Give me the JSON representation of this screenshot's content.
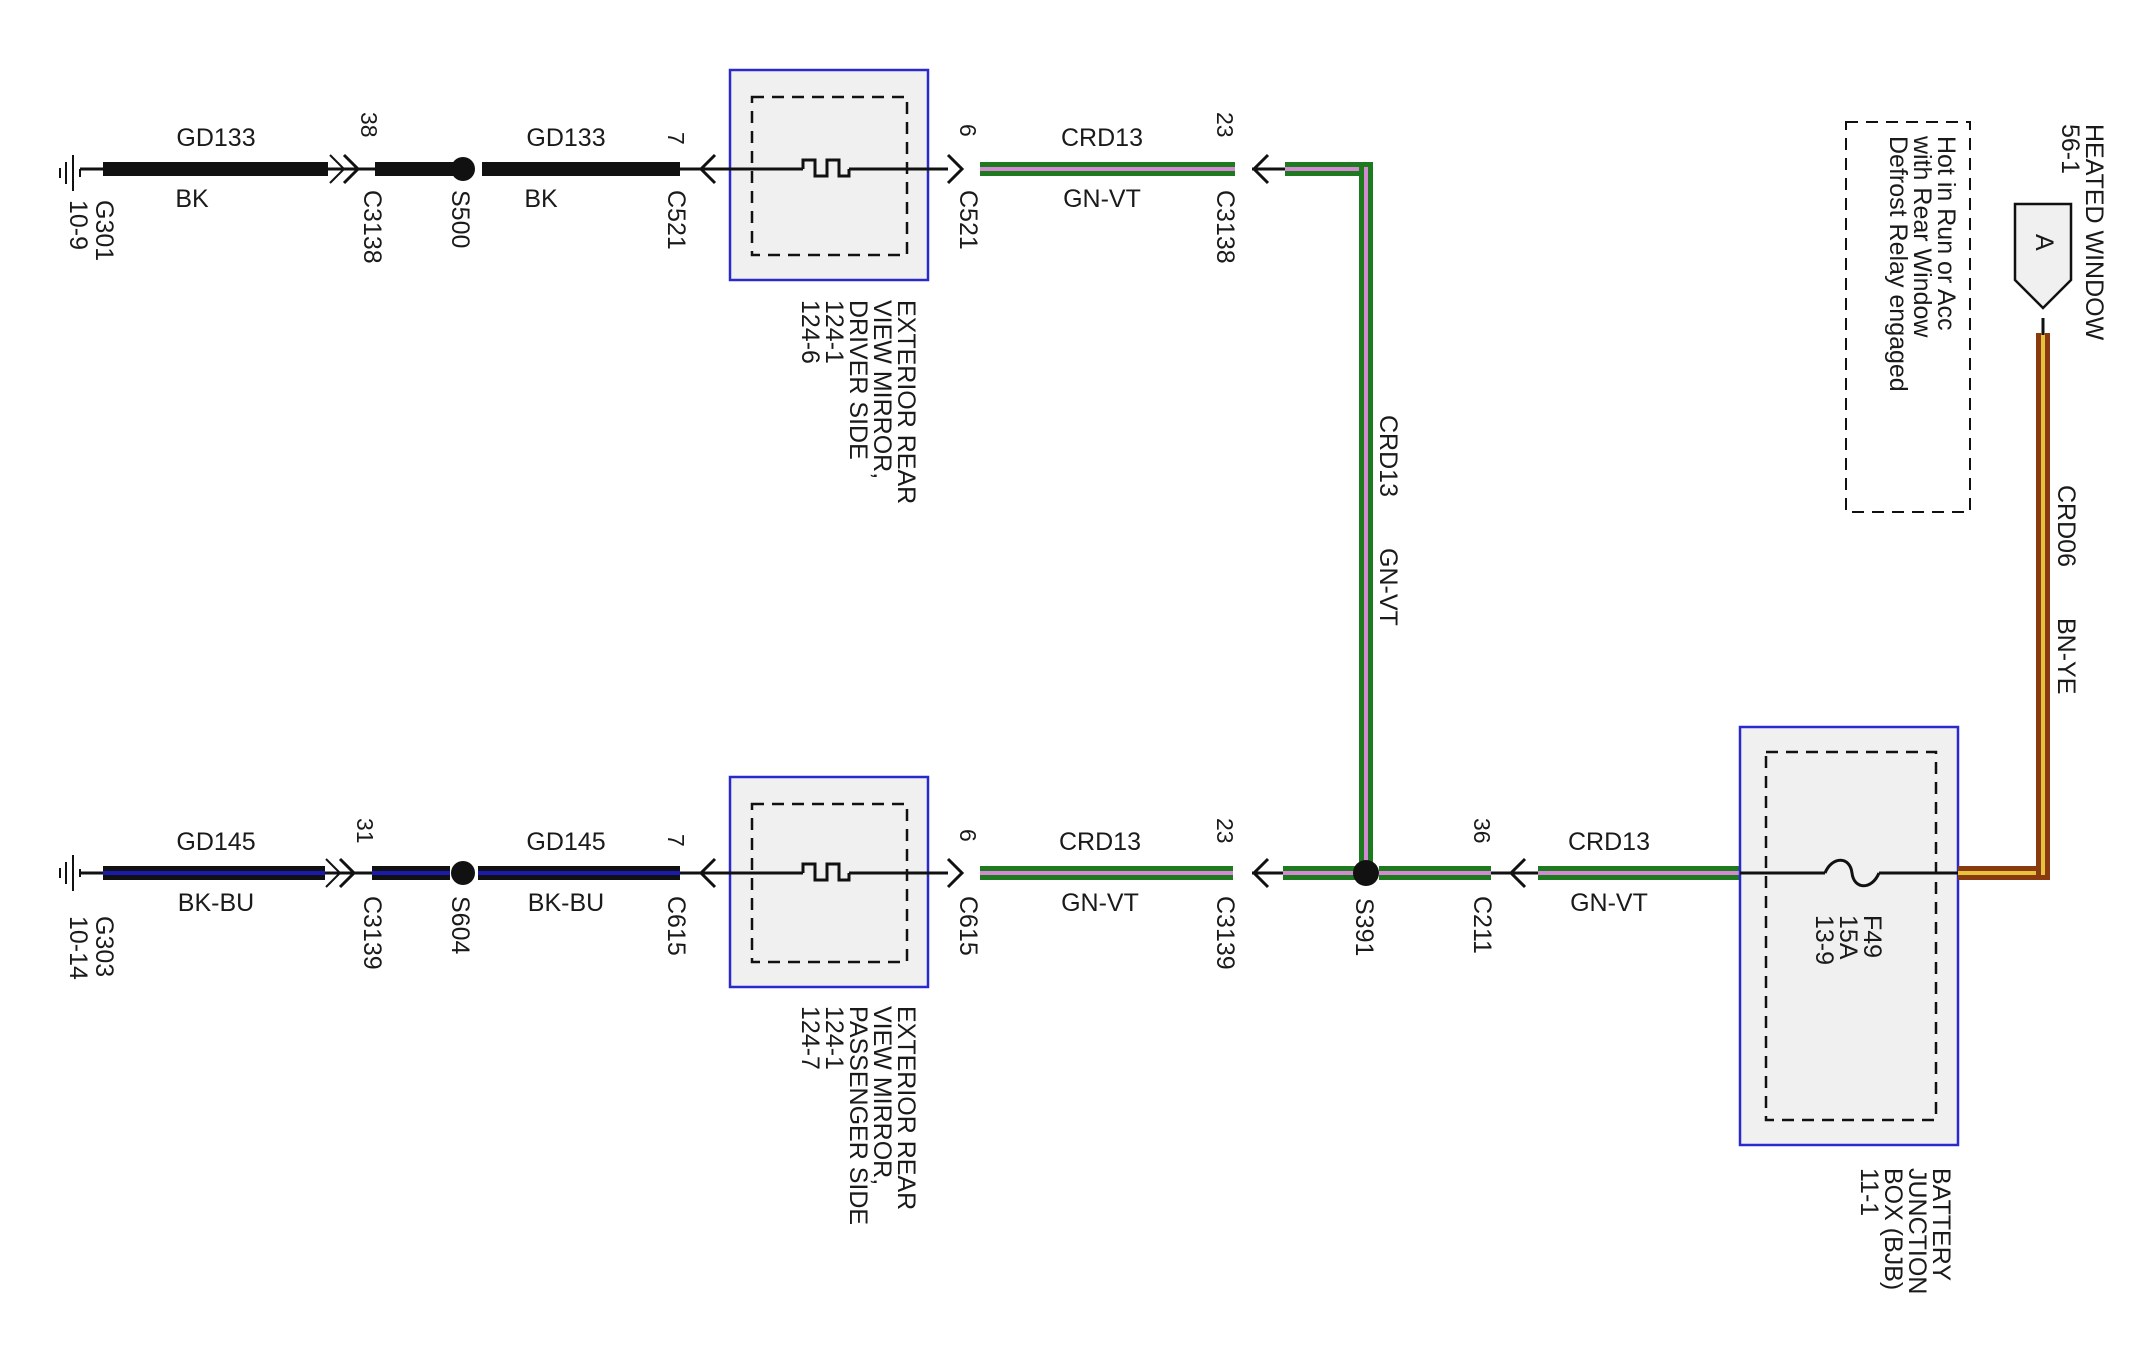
{
  "colors": {
    "black": "#111111",
    "blue": "#1a1ab0",
    "green": "#1e7a1e",
    "violet": "#d38ad3",
    "brown": "#8a3a10",
    "yellow": "#e8c23a",
    "box_border": "#2a2acc",
    "box_fill": "#f0f0f0"
  },
  "top_circuit": {
    "ground": {
      "name": "G301",
      "ref": "10-9"
    },
    "wire1": {
      "circuit": "GD133",
      "color": "BK"
    },
    "conn1": {
      "pin": "38",
      "name": "C3138"
    },
    "splice": {
      "name": "S500"
    },
    "wire2": {
      "circuit": "GD133",
      "color": "BK"
    },
    "conn2": {
      "pin": "7",
      "name": "C521"
    },
    "conn3": {
      "pin": "6",
      "name": "C521"
    },
    "wire3": {
      "circuit": "CRD13",
      "color": "GN-VT"
    },
    "conn4": {
      "pin": "23",
      "name": "C3138"
    }
  },
  "driver_mirror": {
    "lines": [
      "EXTERIOR REAR",
      "VIEW MIRROR,",
      "DRIVER SIDE",
      "124-1",
      "124-6"
    ]
  },
  "vertical_wire": {
    "circuit": "CRD13",
    "color": "GN-VT"
  },
  "bottom_circuit": {
    "ground": {
      "name": "G303",
      "ref": "10-14"
    },
    "wire1": {
      "circuit": "GD145",
      "color": "BK-BU"
    },
    "conn1": {
      "pin": "31",
      "name": "C3139"
    },
    "splice": {
      "name": "S604"
    },
    "wire2": {
      "circuit": "GD145",
      "color": "BK-BU"
    },
    "conn2": {
      "pin": "7",
      "name": "C615"
    },
    "conn3": {
      "pin": "6",
      "name": "C615"
    },
    "wire3": {
      "circuit": "CRD13",
      "color": "GN-VT"
    },
    "conn4": {
      "pin": "23",
      "name": "C3139"
    },
    "splice2": {
      "name": "S391"
    },
    "conn5": {
      "pin": "36",
      "name": "C211"
    },
    "wire4": {
      "circuit": "CRD13",
      "color": "GN-VT"
    }
  },
  "passenger_mirror": {
    "lines": [
      "EXTERIOR REAR",
      "VIEW MIRROR,",
      "PASSENGER SIDE",
      "124-1",
      "124-7"
    ]
  },
  "fuse": {
    "name": "F49",
    "rating": "15A",
    "ref": "13-9"
  },
  "bjb": {
    "lines": [
      "BATTERY",
      "JUNCTION",
      "BOX (BJB)",
      "11-1"
    ]
  },
  "heated_window": {
    "title": "HEATED WINDOW",
    "ref": "56-1",
    "terminal": "A",
    "wire": {
      "circuit": "CRD06",
      "color": "BN-YE"
    }
  },
  "note": {
    "lines": [
      "Hot in Run or Acc",
      "with Rear Window",
      "Defrost Relay engaged"
    ]
  }
}
